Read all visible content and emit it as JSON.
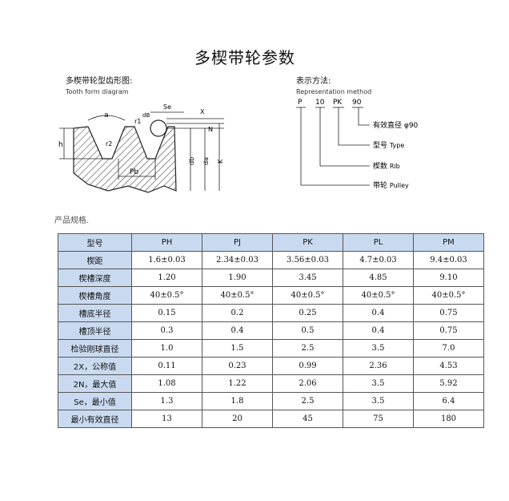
{
  "title": "多楔带轮参数",
  "tooth_diagram": {
    "heading_cn": "多楔带轮型齿形图:",
    "heading_en": "Tooth form diagram",
    "labels": {
      "a": "a",
      "r1": "r1",
      "r2": "r2",
      "pb": "Pb",
      "se": "Se",
      "db": "db",
      "h": "h",
      "x": "X",
      "n": "N",
      "da": "da",
      "k": "K",
      "dB": "dB"
    }
  },
  "representation": {
    "heading_cn": "表示方法:",
    "heading_en": "Representation method",
    "codes": [
      "P",
      "10",
      "PK",
      "90"
    ],
    "callouts": [
      {
        "cn": "有效直径",
        "en": "φ90"
      },
      {
        "cn": "型号",
        "en": "Type"
      },
      {
        "cn": "楔数",
        "en": "Rib"
      },
      {
        "cn": "带轮",
        "en": "Pulley"
      }
    ]
  },
  "spec_label": "产品规格.",
  "table": {
    "header": [
      "型号",
      "PH",
      "PJ",
      "PK",
      "PL",
      "PM"
    ],
    "rows": [
      [
        "楔距",
        "1.6±0.03",
        "2.34±0.03",
        "3.56±0.03",
        "4.7±0.03",
        "9.4±0.03"
      ],
      [
        "楔槽深度",
        "1.20",
        "1.90",
        "3.45",
        "4.85",
        "9.10"
      ],
      [
        "楔槽角度",
        "40±0.5°",
        "40±0.5°",
        "40±0.5°",
        "40±0.5°",
        "40±0.5°"
      ],
      [
        "槽底半径",
        "0.15",
        "0.2",
        "0.25",
        "0.4",
        "0.75"
      ],
      [
        "槽顶半径",
        "0.3",
        "0.4",
        "0.5",
        "0.4",
        "0.75"
      ],
      [
        "检验刚球直径",
        "1.0",
        "1.5",
        "2.5",
        "3.5",
        "7.0"
      ],
      [
        "2X，公称值",
        "0.11",
        "0.23",
        "0.99",
        "2.36",
        "4.53"
      ],
      [
        "2N，最大值",
        "1.08",
        "1.22",
        "2.06",
        "3.5",
        "5.92"
      ],
      [
        "Se，最小值",
        "1.3",
        "1.8",
        "2.5",
        "3.5",
        "6.4"
      ],
      [
        "最小有效直径",
        "13",
        "20",
        "45",
        "75",
        "180"
      ]
    ]
  }
}
